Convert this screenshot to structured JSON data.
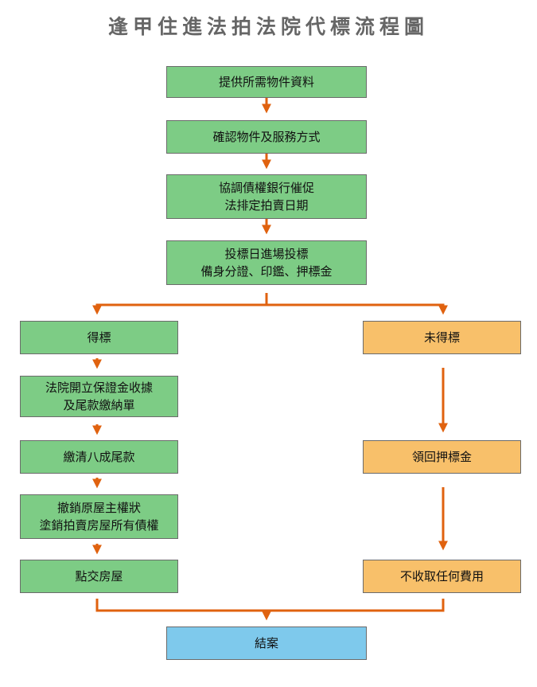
{
  "title": "逢甲住進法拍法院代標流程圖",
  "steps": {
    "s1": "提供所需物件資料",
    "s2": "確認物件及服務方式",
    "s3": "協調債權銀行催促\n法排定拍賣日期",
    "s4": "投標日進場投標\n備身分證、印鑑、押標金"
  },
  "left_branch": {
    "l1": "得標",
    "l2": "法院開立保證金收據\n及尾款繳納單",
    "l3": "繳清八成尾款",
    "l4": "撤銷原屋主權狀\n塗銷拍賣房屋所有債權",
    "l5": "點交房屋"
  },
  "right_branch": {
    "r1": "未得標",
    "r2": "領回押標金",
    "r3": "不收取任何費用"
  },
  "end": "結案",
  "colors": {
    "green": "#7dcc85",
    "orange": "#f8c06a",
    "blue": "#7ec9ec",
    "connector": "#e0620f",
    "title": "#666666"
  }
}
